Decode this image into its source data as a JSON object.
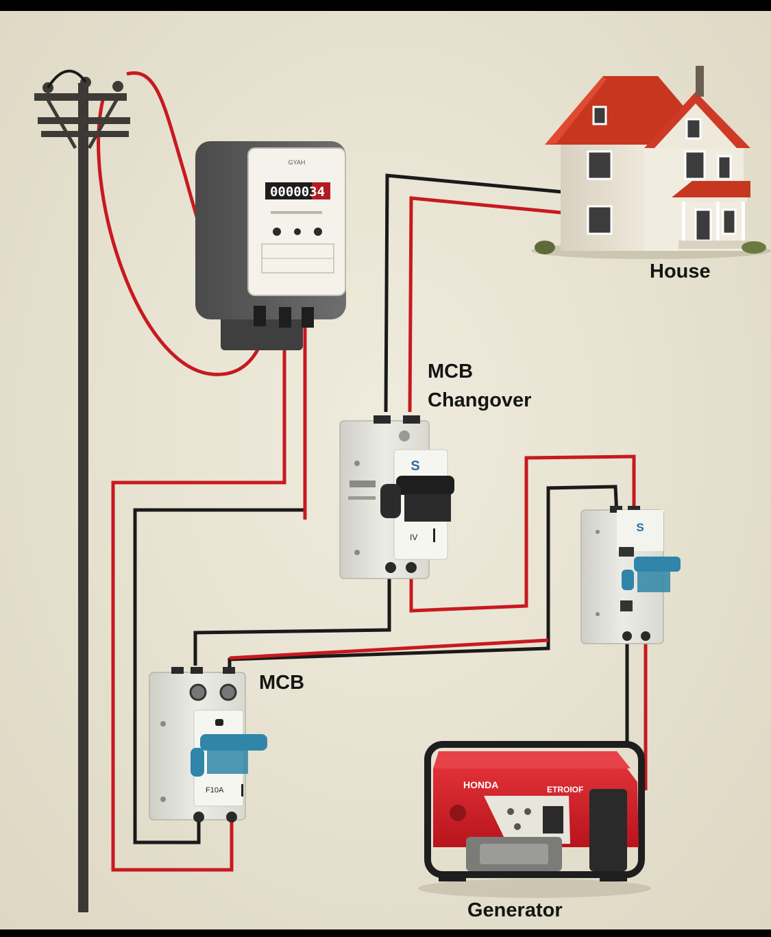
{
  "labels": {
    "house": "House",
    "mcb_changeover_line1": "MCB",
    "mcb_changeover_line2": "Changover",
    "mcb": "MCB",
    "generator": "Generator"
  },
  "meter": {
    "brand": "GYAH",
    "reading": "0000034"
  },
  "generator_panel": {
    "brand": "HONDA",
    "model": "ETROIOF"
  },
  "breakers": {
    "changeover_rating": "IV",
    "mcb_rating": "F10A"
  },
  "colors": {
    "live_wire": "#c8191f",
    "neutral_wire": "#1a1a1a",
    "background": "#e8e4d3",
    "roof": "#d23a2a",
    "mcb_toggle_blue": "#2f86a8",
    "generator_red": "#d1222a"
  }
}
